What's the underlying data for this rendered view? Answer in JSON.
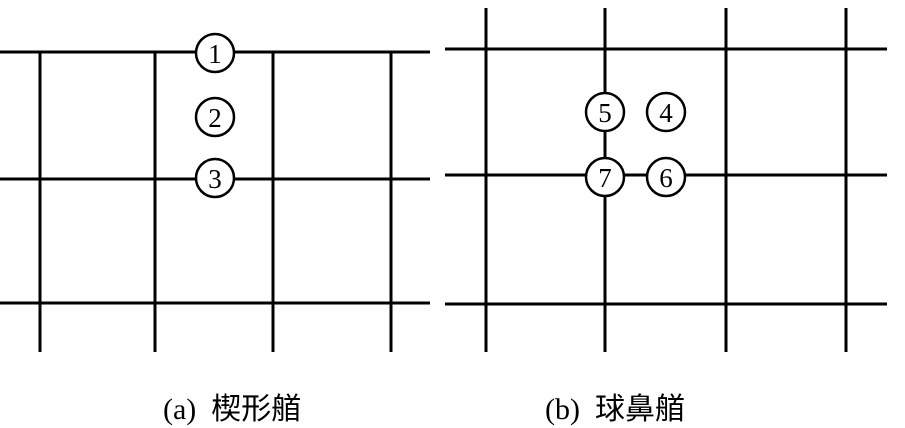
{
  "panels": [
    {
      "id": "a",
      "caption_label": "(a)",
      "caption_text": "楔形艏",
      "markers": [
        "1",
        "2",
        "3"
      ]
    },
    {
      "id": "b",
      "caption_label": "(b)",
      "caption_text": "球鼻艏",
      "markers": [
        "4",
        "5",
        "6",
        "7"
      ]
    }
  ]
}
